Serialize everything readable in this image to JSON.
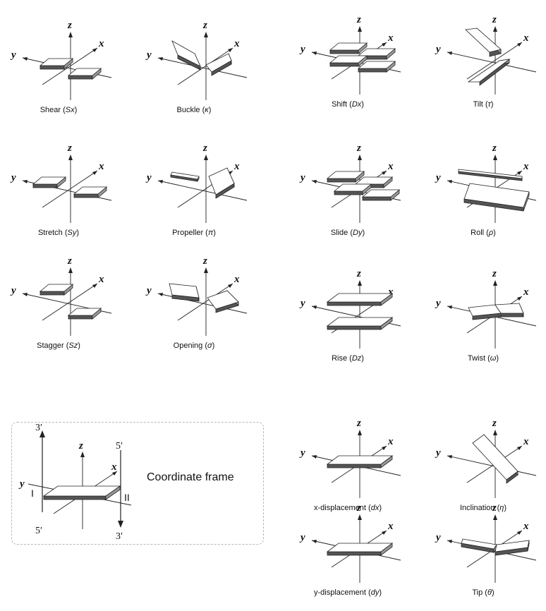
{
  "axis_labels": {
    "x": "x",
    "y": "y",
    "z": "z"
  },
  "panels": [
    {
      "id": "shear",
      "name": "Shear",
      "symbol": "Sx"
    },
    {
      "id": "buckle",
      "name": "Buckle",
      "symbol": "κ"
    },
    {
      "id": "shift",
      "name": "Shift",
      "symbol": "Dx"
    },
    {
      "id": "tilt",
      "name": "Tilt",
      "symbol": "τ"
    },
    {
      "id": "stretch",
      "name": "Stretch",
      "symbol": "Sy"
    },
    {
      "id": "propeller",
      "name": "Propeller",
      "symbol": "π"
    },
    {
      "id": "slide",
      "name": "Slide",
      "symbol": "Dy"
    },
    {
      "id": "roll",
      "name": "Roll",
      "symbol": "ρ"
    },
    {
      "id": "stagger",
      "name": "Stagger",
      "symbol": "Sz"
    },
    {
      "id": "opening",
      "name": "Opening",
      "symbol": "σ"
    },
    {
      "id": "rise",
      "name": "Rise",
      "symbol": "Dz"
    },
    {
      "id": "twist",
      "name": "Twist",
      "symbol": "ω"
    },
    {
      "id": "x-displacement",
      "name": "x-displacement",
      "symbol": "dx"
    },
    {
      "id": "inclination",
      "name": "Inclination",
      "symbol": "η"
    },
    {
      "id": "y-displacement",
      "name": "y-displacement",
      "symbol": "dy"
    },
    {
      "id": "tip",
      "name": "Tip",
      "symbol": "θ"
    }
  ],
  "coordinate_frame": {
    "title": "Coordinate frame",
    "strand_1": "I",
    "strand_2": "II",
    "end_3prime": "3′",
    "end_5prime": "5′"
  }
}
